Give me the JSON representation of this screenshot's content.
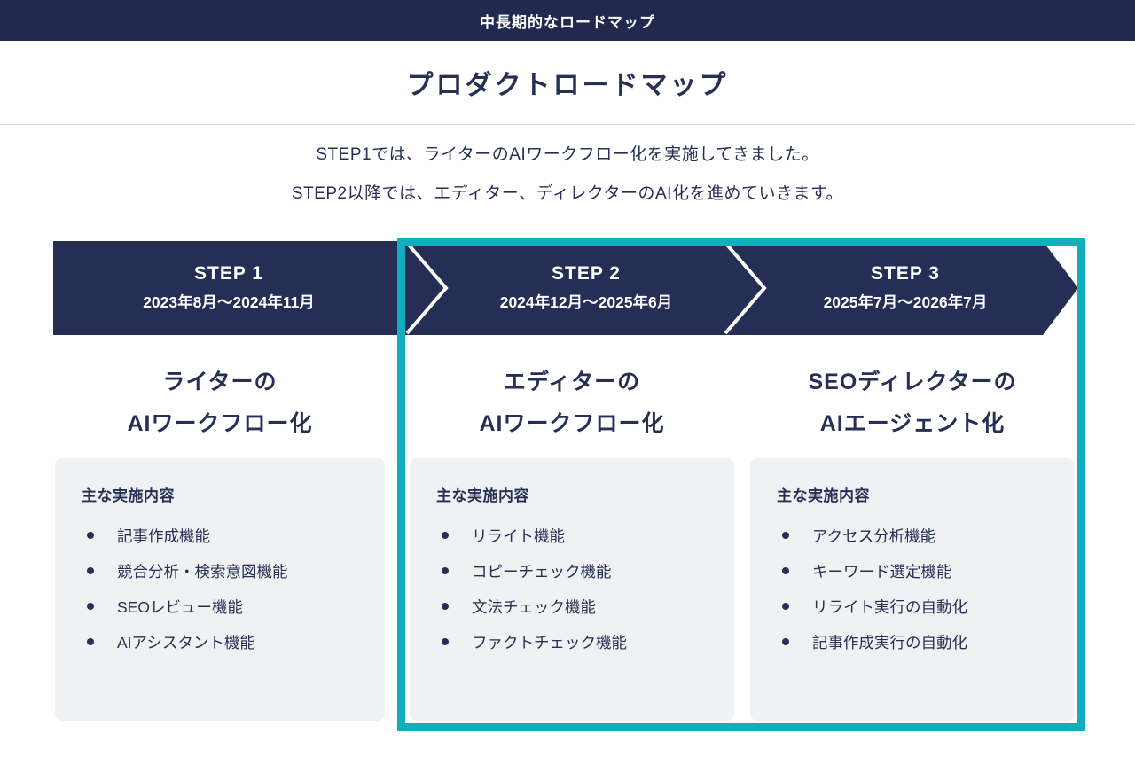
{
  "colors": {
    "top_bar_bg": "#212A4E",
    "banner_bg": "#252E55",
    "highlight_teal": "#12AEBD",
    "card_bg": "#F0F1F3",
    "text_navy": "#272F55",
    "text_white": "#FFFFFF"
  },
  "top_bar": {
    "label": "中長期的なロードマップ"
  },
  "header": {
    "title": "プロダクトロードマップ"
  },
  "intro": {
    "line1": "STEP1では、ライターのAIワークフロー化を実施してきました。",
    "line2": "STEP2以降では、エディター、ディレクターのAI化を進めていきます。"
  },
  "roadmap": {
    "steps": [
      {
        "label": "STEP 1",
        "period": "2023年8月〜2024年11月",
        "heading1": "ライターの",
        "heading2": "AIワークフロー化",
        "card_title": "主な実施内容",
        "items": [
          "記事作成機能",
          "競合分析・検索意図機能",
          "SEOレビュー機能",
          "AIアシスタント機能"
        ],
        "highlighted": false
      },
      {
        "label": "STEP 2",
        "period": "2024年12月〜2025年6月",
        "heading1": "エディターの",
        "heading2": "AIワークフロー化",
        "card_title": "主な実施内容",
        "items": [
          "リライト機能",
          "コピーチェック機能",
          "文法チェック機能",
          "ファクトチェック機能"
        ],
        "highlighted": true
      },
      {
        "label": "STEP 3",
        "period": "2025年7月〜2026年7月",
        "heading1": "SEOディレクターの",
        "heading2": "AIエージェント化",
        "card_title": "主な実施内容",
        "items": [
          "アクセス分析機能",
          "キーワード選定機能",
          "リライト実行の自動化",
          "記事作成実行の自動化"
        ],
        "highlighted": true
      }
    ]
  }
}
